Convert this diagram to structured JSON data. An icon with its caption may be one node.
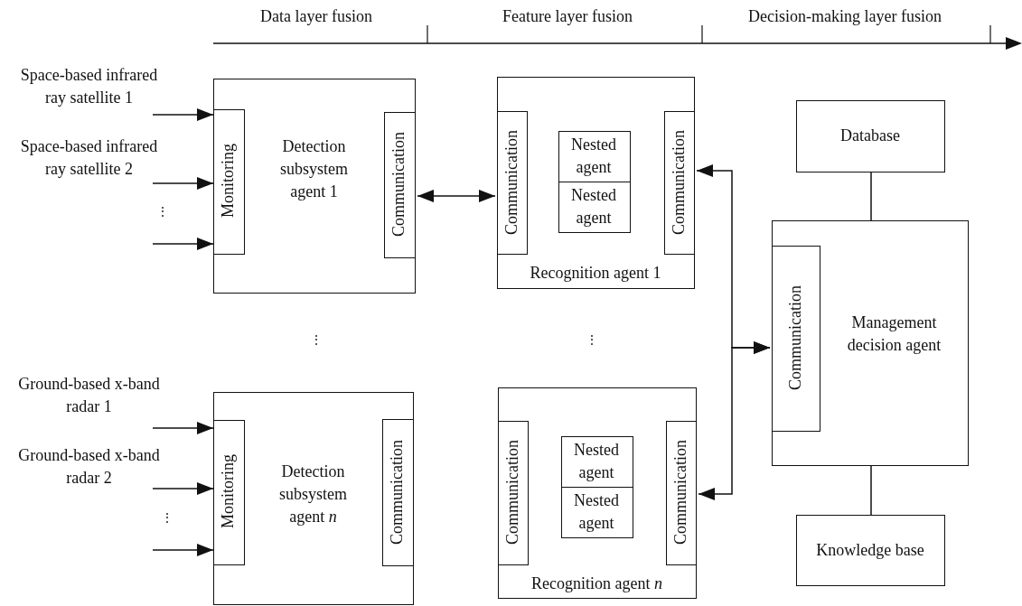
{
  "diagram": {
    "nodes": [
      {
        "text": [
          "Space-based infrared ray satellite 1"
        ]
      },
      {
        "text": [
          "Space-based infrared ray satellite 2"
        ]
      },
      {
        "text": [
          "Detection subsystem agent 1"
        ]
      },
      {
        "text": [
          "Monitoring"
        ],
        "in": 2
      },
      {
        "text": [
          "Communication"
        ],
        "in": 2
      },
      {
        "text": [
          "Recognition agent 1"
        ]
      },
      {
        "text": [
          "Communication"
        ],
        "in": 5
      },
      {
        "text": [
          "Nested agent"
        ],
        "in": 5
      },
      {
        "text": [
          "Nested agent"
        ],
        "in": 5
      },
      {
        "text": [
          "Communication"
        ],
        "in": 5
      },
      {
        "text": [
          "Database"
        ]
      },
      {
        "text": [
          "Management decision agent"
        ]
      },
      {
        "text": [
          "Communication"
        ],
        "in": 11
      },
      {
        "text": [
          "Ground-based x-band radar 1"
        ]
      },
      {
        "text": [
          "Ground-based x-band radar 2"
        ]
      },
      {
        "text": [
          "Detection subsystem agent *n*"
        ]
      },
      {
        "text": [
          "Monitoring"
        ],
        "in": 15
      },
      {
        "text": [
          "Communication"
        ],
        "in": 15
      },
      {
        "text": [
          "Recognition agent *n*"
        ]
      },
      {
        "text": [
          "Communication"
        ],
        "in": 18
      },
      {
        "text": [
          "Nested agent"
        ],
        "in": 18
      },
      {
        "text": [
          "Nested agent"
        ],
        "in": 18
      },
      {
        "text": [
          "Communication"
        ],
        "in": 18
      },
      {
        "text": [
          "Knowledge base"
        ]
      }
    ],
    "edges": [
      {
        "from": 0,
        "to": 3,
        "arrow": "to"
      },
      {
        "from": 1,
        "to": 3,
        "arrow": "to"
      },
      {
        "from": null,
        "to": 3,
        "arrow": "to"
      },
      {
        "from": 4,
        "to": 6,
        "arrow": "both"
      },
      {
        "from": 9,
        "to": 12,
        "arrow": "both"
      },
      {
        "from": 22,
        "to": 12,
        "arrow": "both"
      },
      {
        "from": 10,
        "to": 11,
        "arrow": "none"
      },
      {
        "from": 11,
        "to": 23,
        "arrow": "none"
      },
      {
        "from": 13,
        "to": 16,
        "arrow": "to"
      },
      {
        "from": 14,
        "to": 16,
        "arrow": "to"
      },
      {
        "from": null,
        "to": 16,
        "arrow": "to"
      }
    ],
    "labels": [
      "Data layer fusion",
      "Feature layer fusion",
      "Decision-making layer fusion",
      "⋮",
      "⋮",
      "⋮",
      "⋮"
    ]
  }
}
